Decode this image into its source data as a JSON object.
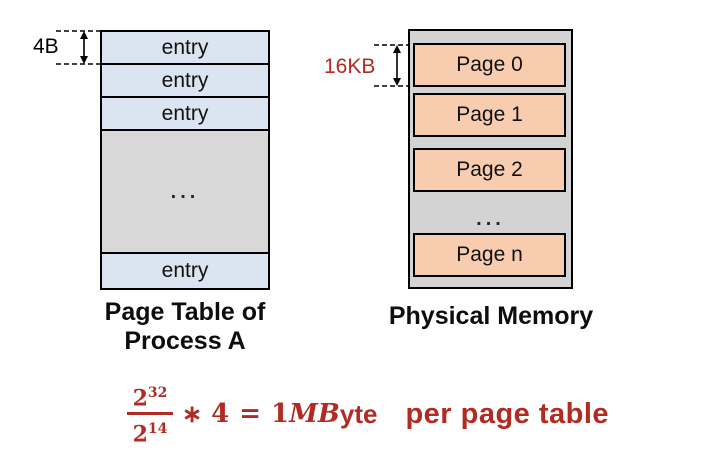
{
  "colors": {
    "accent_red": "#b22b23",
    "entry_fill": "#dbe5f1",
    "table_gray": "#d8d8d8",
    "memory_gray": "#d3d3d3",
    "page_fill": "#f8ccae",
    "line_black": "#000000"
  },
  "page_table": {
    "size_label": "4B",
    "entries": [
      "entry",
      "entry",
      "entry",
      "entry"
    ],
    "ellipsis": "...",
    "caption_line1": "Page Table of",
    "caption_line2": "Process A"
  },
  "physical_memory": {
    "size_label": "16KB",
    "pages": [
      "Page 0",
      "Page 1",
      "Page 2",
      "Page n"
    ],
    "ellipsis": "...",
    "caption": "Physical Memory"
  },
  "formula": {
    "numerator_base": "2",
    "numerator_exponent": "32",
    "denominator_base": "2",
    "denominator_exponent": "14",
    "operator": "∗",
    "multiplicand": "4",
    "equals": "=",
    "result_number": "1",
    "result_math": "MB",
    "result_unit": "yte",
    "suffix": "per page table"
  }
}
